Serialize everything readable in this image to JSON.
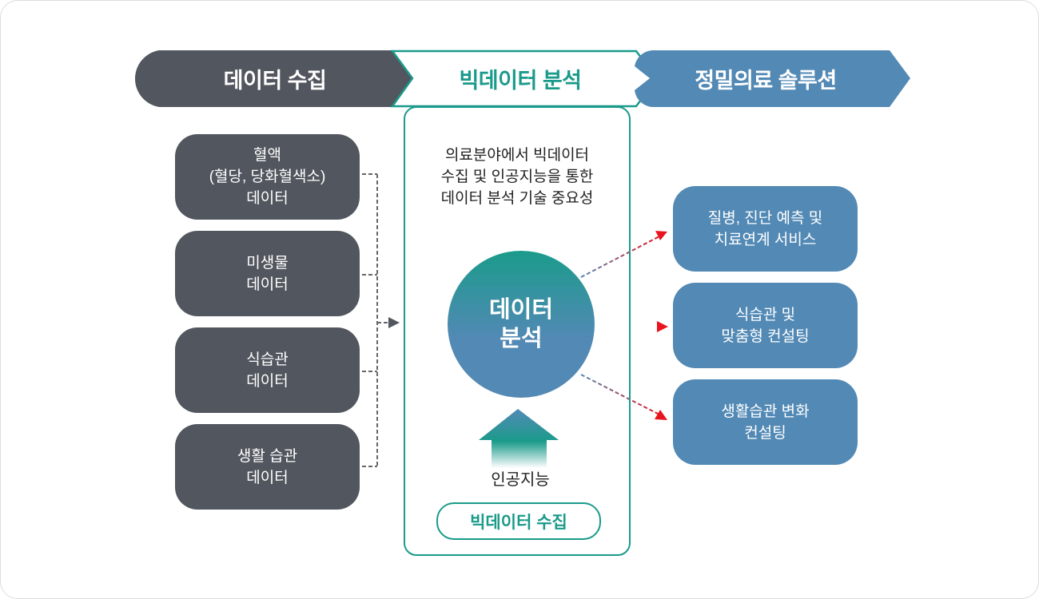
{
  "stages": [
    "데이터 수집",
    "빅데이터 분석",
    "정밀의료 솔루션"
  ],
  "collection_items": [
    "혈액\n(혈당, 당화혈색소)\n데이터",
    "미생물\n데이터",
    "식습관\n데이터",
    "생활 습관\n데이터"
  ],
  "analysis": {
    "description": "의료분야에서 빅데이터\n수집 및 인공지능을 통한\n데이터 분석 기술 중요성",
    "core": "데이터\n분석",
    "ai_label": "인공지능",
    "collection_label": "빅데이터 수집"
  },
  "solutions": [
    "질병, 진단 예측 및\n치료연계 서비스",
    "식습관 및\n맞춤형 컨설팅",
    "생활습관 변화\n컨설팅"
  ],
  "colors": {
    "dark": "#52565e",
    "teal": "#1a9a8a",
    "blue": "#5289b5",
    "red": "#e8141e"
  }
}
